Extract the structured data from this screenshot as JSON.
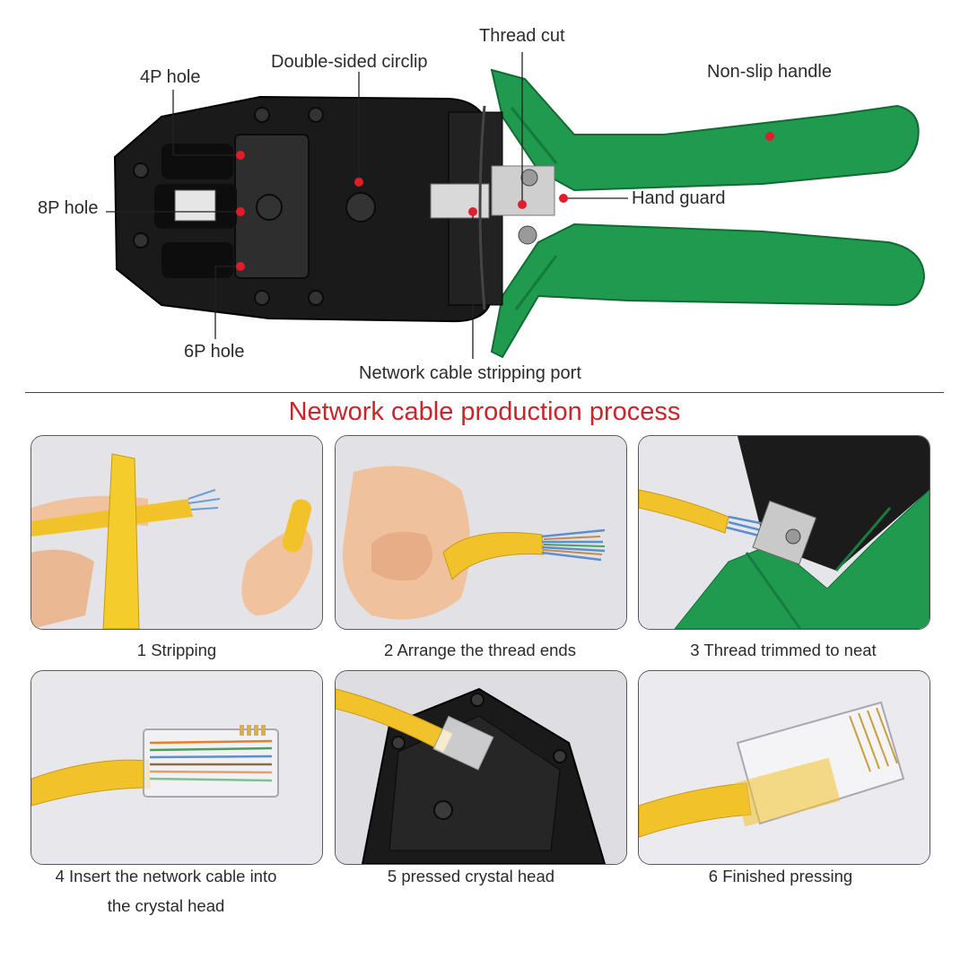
{
  "diagram": {
    "callouts": {
      "hole_4p": "4P hole",
      "hole_8p": "8P hole",
      "hole_6p": "6P hole",
      "circlip": "Double-sided circlip",
      "thread_cut": "Thread cut",
      "handle": "Non-slip handle",
      "hand_guard": "Hand guard",
      "stripping_port": "Network cable stripping port"
    },
    "colors": {
      "callout_dot": "#e01e2a",
      "handle_green": "#1f9a4f",
      "tool_body": "#1a1a1a",
      "cable_yellow": "#f2c22a",
      "title_red": "#c8262a"
    }
  },
  "process": {
    "title": "Network cable production process",
    "steps": [
      {
        "caption": "1 Stripping"
      },
      {
        "caption": "2 Arrange the thread ends"
      },
      {
        "caption": "3 Thread trimmed to neat"
      },
      {
        "caption_line1": "4 Insert the network cable into",
        "caption_line2": "the crystal head"
      },
      {
        "caption": "5 pressed crystal head"
      },
      {
        "caption": "6 Finished pressing"
      }
    ]
  }
}
